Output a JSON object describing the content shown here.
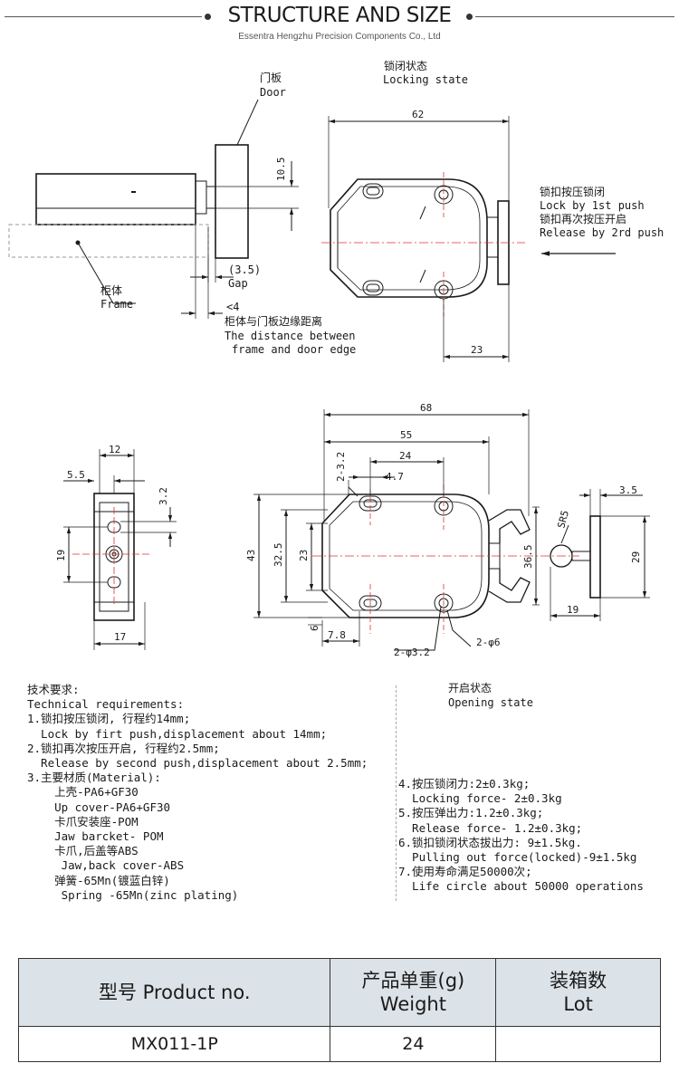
{
  "header": {
    "title": "STRUCTURE AND SIZE",
    "subtitle": "Essentra Hengzhu Precision Components Co., Ltd"
  },
  "top_view": {
    "door_cn": "门板",
    "door_en": "Door",
    "frame_cn": "柜体",
    "frame_en": "Frame",
    "dim_10_5": "10.5",
    "gap_value": "(3.5)",
    "gap_label": "Gap",
    "edge_value": "<4",
    "edge_cn": "柜体与门板边缘距离",
    "edge_en_1": "The distance between",
    "edge_en_2": "frame and door edge"
  },
  "locking_state": {
    "title_cn": "锁闭状态",
    "title_en": "Locking state",
    "dim_62": "62",
    "dim_23": "23",
    "push_cn_1": "锁扣按压锁闭",
    "push_en_1": "Lock by 1st push",
    "push_cn_2": "锁扣再次按压开启",
    "push_en_2": "Release by 2rd push"
  },
  "side_view": {
    "dim_12": "12",
    "dim_5_5": "5.5",
    "dim_3_2": "3.2",
    "dim_19": "19",
    "dim_17": "17"
  },
  "opening_view": {
    "dim_68": "68",
    "dim_55": "55",
    "dim_2_3_2": "2-3.2",
    "dim_24": "24",
    "dim_4_7": "4.7",
    "dim_43": "43",
    "dim_32_5": "32.5",
    "dim_23": "23",
    "dim_36_5": "36.5",
    "dim_sr5": "SR5",
    "dim_3_5": "3.5",
    "dim_29": "29",
    "dim_19": "19",
    "dim_6": "6",
    "dim_7_8": "7.8",
    "dim_2_phi3_2": "2-φ3.2",
    "dim_2_phi6": "2-φ6"
  },
  "requirements_left": {
    "lines": [
      "技术要求:",
      "Technical requirements:",
      "1.锁扣按压锁闭, 行程约14mm;",
      "  Lock by firt push,displacement about 14mm;",
      "2.锁扣再次按压开启, 行程约2.5mm;",
      "  Release by second push,displacement about 2.5mm;",
      "3.主要材质(Material):",
      "    上壳-PA6+GF30",
      "    Up cover-PA6+GF30",
      "    卡爪安装座-POM",
      "    Jaw barcket- POM",
      "    卡爪,后盖等ABS",
      "     Jaw,back cover-ABS",
      "    弹簧-65Mn(镀蓝白锌)",
      "     Spring -65Mn(zinc plating)"
    ]
  },
  "opening_state": {
    "title_cn": "开启状态",
    "title_en": "Opening state"
  },
  "requirements_right": {
    "lines": [
      "4.按压锁闭力:2±0.3kg;",
      "  Locking force- 2±0.3kg",
      "5.按压弹出力:1.2±0.3kg;",
      "  Release force- 1.2±0.3kg;",
      "6.锁扣锁闭状态拔出力: 9±1.5kg.",
      "  Pulling out force(locked)-9±1.5kg",
      "7.使用寿命满足50000次;",
      "  Life circle about 50000 operations"
    ]
  },
  "product_table": {
    "col1_header": "型号 Product no.",
    "col2_header_cn": "产品单重(g)",
    "col2_header_en": "Weight",
    "col3_header_cn": "装箱数",
    "col3_header_en": "Lot",
    "product_no": "MX011-1P",
    "weight": "24",
    "lot": ""
  }
}
